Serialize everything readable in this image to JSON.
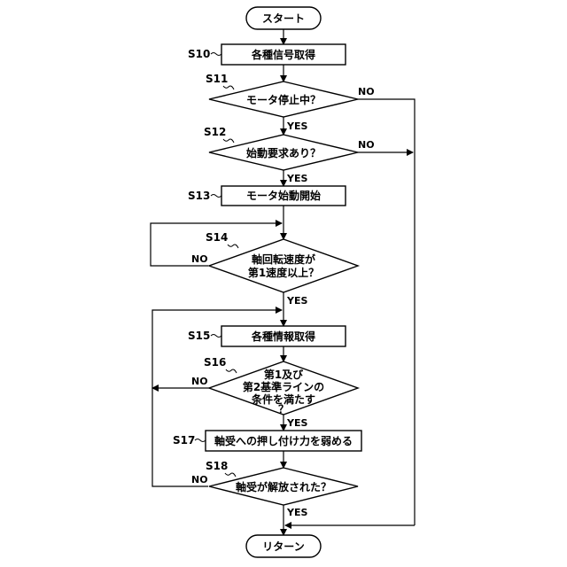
{
  "diagram": {
    "start": "スタート",
    "end": "リターン",
    "steps": [
      {
        "id": "S10",
        "lines": [
          "各種信号取得"
        ]
      },
      {
        "id": "S11",
        "lines": [
          "モータ停止中？"
        ]
      },
      {
        "id": "S12",
        "lines": [
          "始動要求あり？"
        ]
      },
      {
        "id": "S13",
        "lines": [
          "モータ始動開始"
        ]
      },
      {
        "id": "S14",
        "lines": [
          "軸回転速度が",
          "第1速度以上？"
        ]
      },
      {
        "id": "S15",
        "lines": [
          "各種情報取得"
        ]
      },
      {
        "id": "S16",
        "lines": [
          "第1及び",
          "第2基準ラインの",
          "条件を満たす",
          "？"
        ]
      },
      {
        "id": "S17",
        "lines": [
          "軸受への押し付け力を弱める"
        ]
      },
      {
        "id": "S18",
        "lines": [
          "軸受が解放された？"
        ]
      }
    ],
    "branches": {
      "s11_yes": "YES",
      "s11_no": "NO",
      "s12_yes": "YES",
      "s12_no": "NO",
      "s14_yes": "YES",
      "s14_no": "NO",
      "s16_yes": "YES",
      "s16_no": "NO",
      "s18_yes": "YES",
      "s18_no": "NO"
    }
  }
}
